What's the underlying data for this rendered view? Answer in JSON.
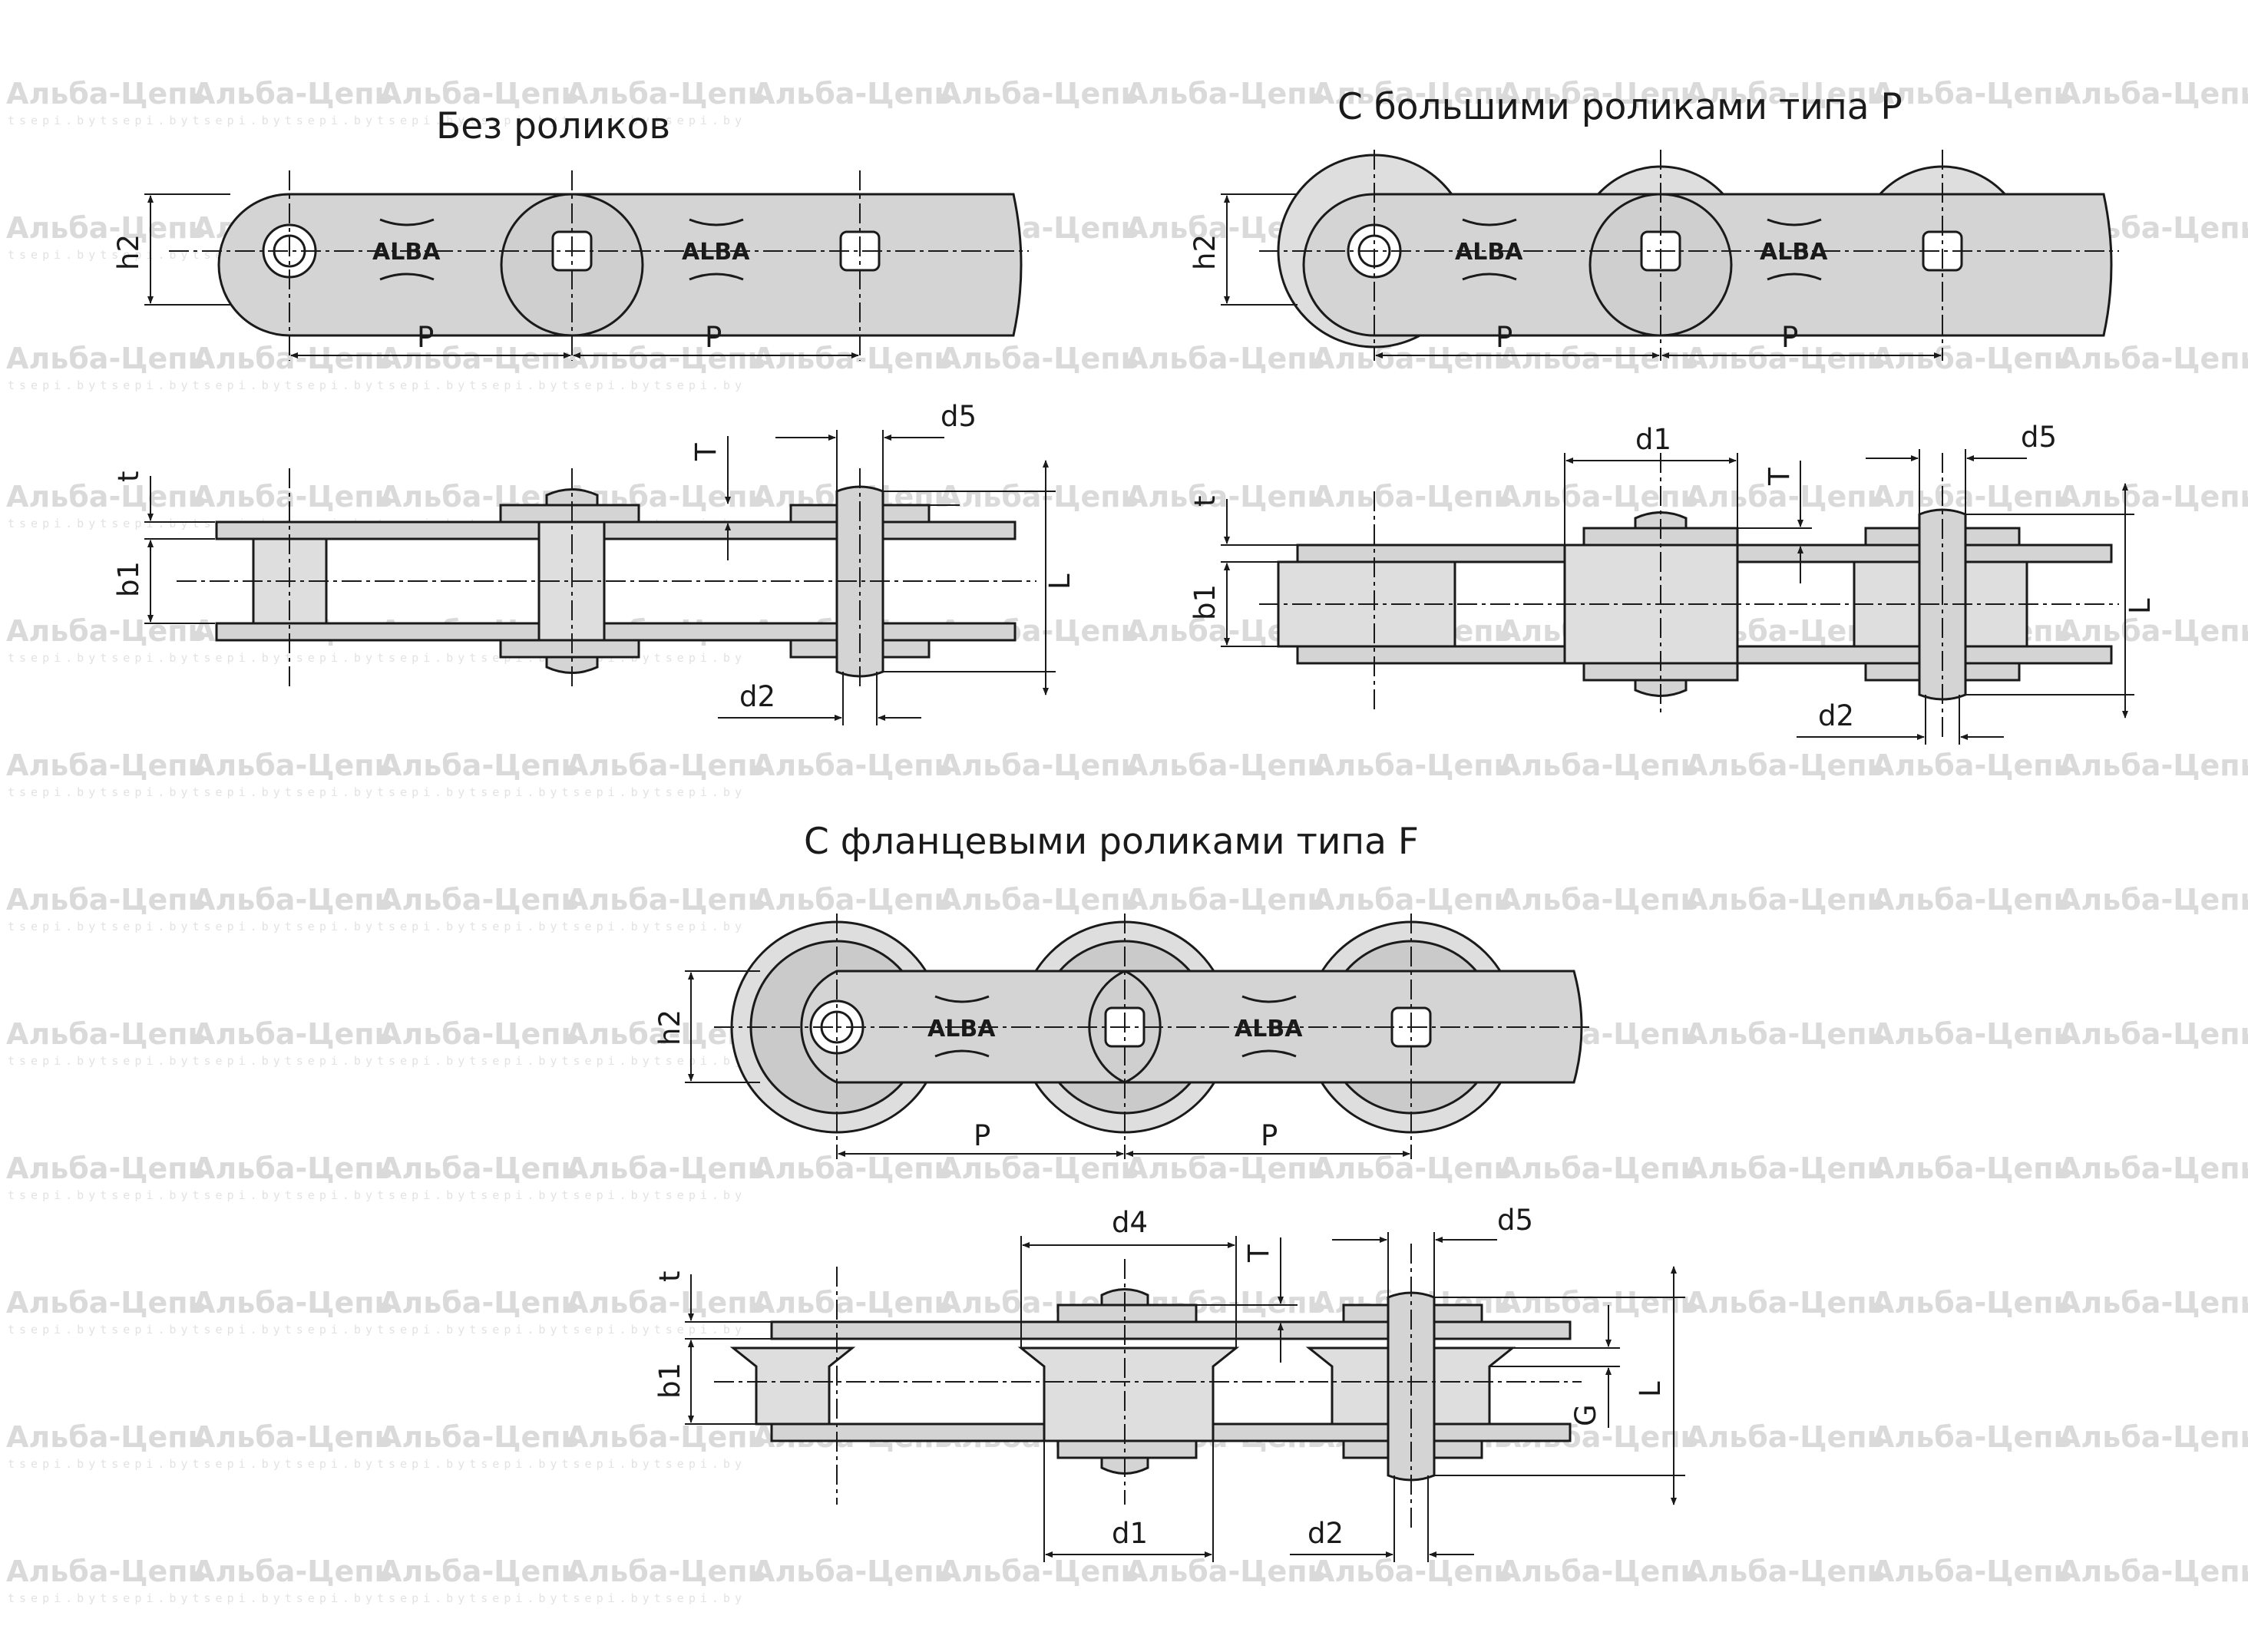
{
  "watermark": {
    "brand": "Альба-Цепь",
    "site": "tsepi.bytsepi.bytsepi.bytsepi.bytsepi.bytsepi.bytsepi.bytsepi.by"
  },
  "logo_text": "ALBA",
  "sections": {
    "no_rollers": {
      "title": "Без роликов",
      "labels": {
        "h2": "h2",
        "p1": "P",
        "p2": "P",
        "t": "t",
        "T": "T",
        "b1": "b1",
        "L": "L",
        "d2": "d2",
        "d5": "d5"
      }
    },
    "big_rollers": {
      "title": "С большими роликами типа P",
      "labels": {
        "h2": "h2",
        "p1": "P",
        "p2": "P",
        "t": "t",
        "T": "T",
        "b1": "b1",
        "L": "L",
        "d1": "d1",
        "d2": "d2",
        "d5": "d5"
      }
    },
    "flange_rollers": {
      "title": "С фланцевыми роликами типа F",
      "labels": {
        "h2": "h2",
        "p1": "P",
        "p2": "P",
        "t": "t",
        "T": "T",
        "b1": "b1",
        "L": "L",
        "G": "G",
        "d1": "d1",
        "d2": "d2",
        "d4": "d4",
        "d5": "d5"
      }
    }
  }
}
